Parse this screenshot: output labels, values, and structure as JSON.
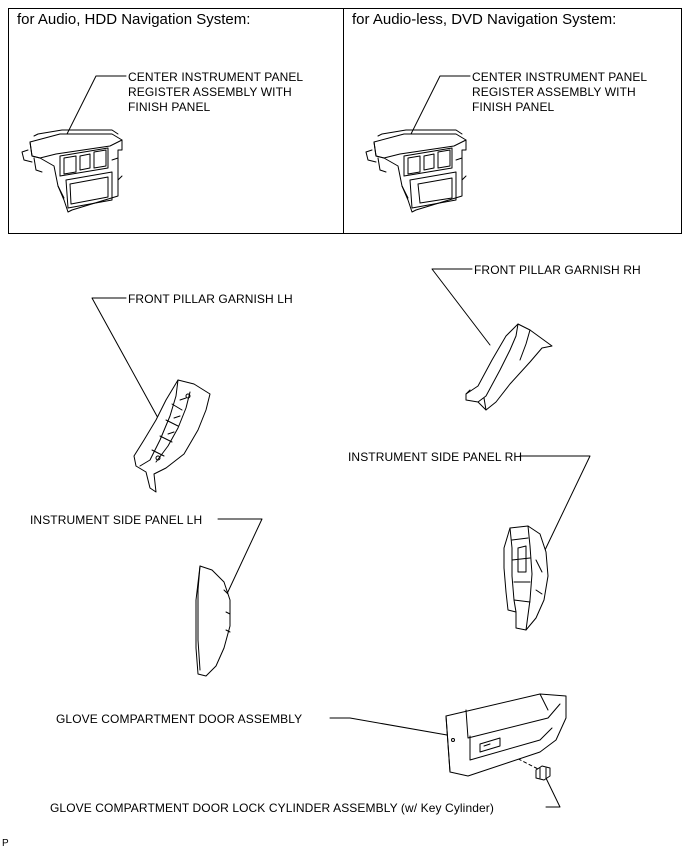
{
  "panels": [
    {
      "title": "for Audio, HDD Navigation System:",
      "label": [
        "CENTER INSTRUMENT PANEL",
        "REGISTER ASSEMBLY WITH",
        "FINISH PANEL"
      ]
    },
    {
      "title": "for Audio-less, DVD Navigation System:",
      "label": [
        "CENTER INSTRUMENT PANEL",
        "REGISTER ASSEMBLY WITH",
        "FINISH PANEL"
      ]
    }
  ],
  "parts": {
    "front_pillar_garnish_rh": "FRONT PILLAR GARNISH RH",
    "front_pillar_garnish_lh": "FRONT PILLAR GARNISH LH",
    "instrument_side_panel_rh": "INSTRUMENT SIDE PANEL RH",
    "instrument_side_panel_lh": "INSTRUMENT SIDE PANEL LH",
    "glove_compartment_door": "GLOVE COMPARTMENT DOOR ASSEMBLY",
    "glove_lock_cylinder": "GLOVE COMPARTMENT DOOR LOCK CYLINDER ASSEMBLY (w/ Key Cylinder)"
  },
  "footer_code": "P"
}
